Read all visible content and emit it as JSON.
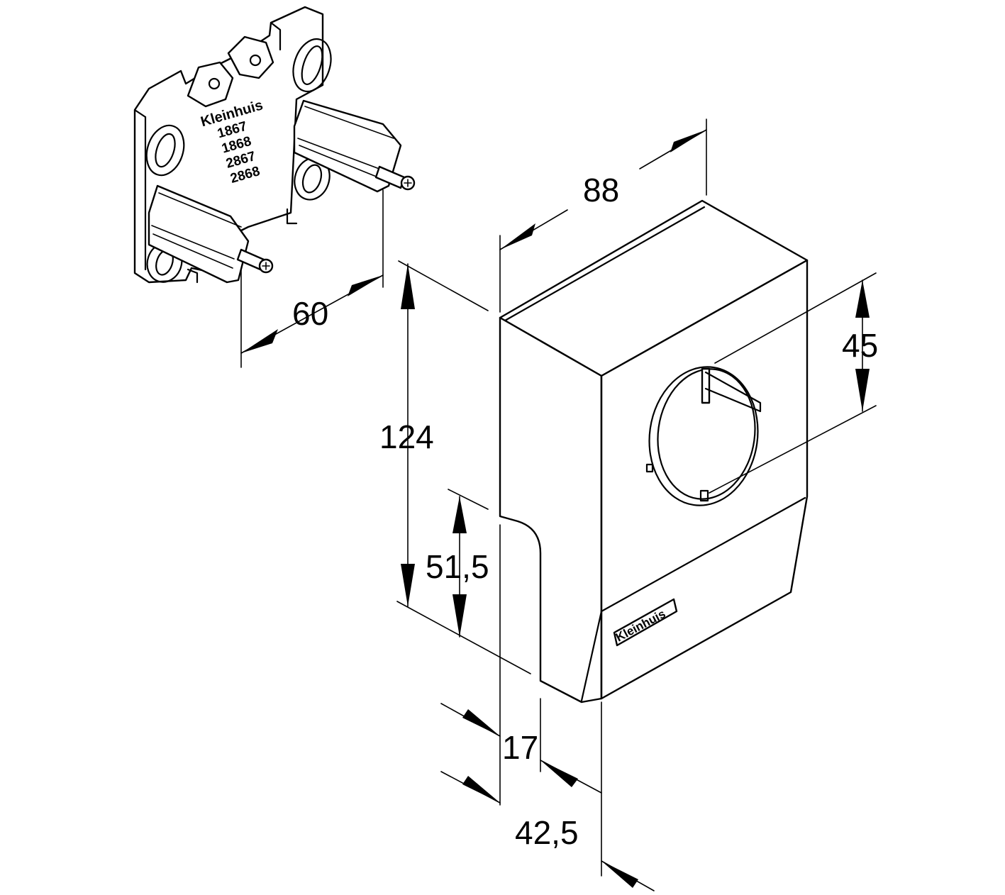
{
  "drawing": {
    "dimensions": {
      "width_88": "88",
      "depth_60": "60",
      "height_124": "124",
      "lower_51_5": "51,5",
      "hole_45": "45",
      "offset_17": "17",
      "depth_42_5": "42,5"
    },
    "plate_marking": {
      "brand": "Kleinhuis",
      "codes": [
        "1867",
        "1868",
        "2867",
        "2868"
      ]
    },
    "cover_marking": {
      "brand": "Kleinhuis"
    }
  }
}
